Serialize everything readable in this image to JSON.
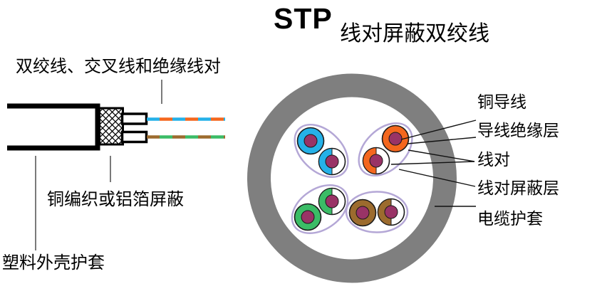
{
  "title": {
    "acronym": "STP",
    "name": "线对屏蔽双绞线"
  },
  "side_view": {
    "label_pairs": "双绞线、交叉线和绝缘线对",
    "label_shield": "铜编织或铝箔屏蔽",
    "label_jacket": "塑料外壳护套"
  },
  "cross_section": {
    "label_conductor": "铜导线",
    "label_insulation": "导线绝缘层",
    "label_pair": "线对",
    "label_pair_shield": "线对屏蔽层",
    "label_cable_jacket": "电缆护套"
  },
  "colors": {
    "sheath_gray": "#7f7f7f",
    "pair_shield_lavender": "#b4a7d6",
    "conductor_purple": "#993366",
    "wire_blue": "#25b1e8",
    "wire_orange": "#f4671e",
    "wire_green": "#3bbc66",
    "wire_brown": "#9c6b2e",
    "wire_white": "#ffffff",
    "outline_black": "#111111",
    "leader_gray": "#7a7a7a"
  }
}
